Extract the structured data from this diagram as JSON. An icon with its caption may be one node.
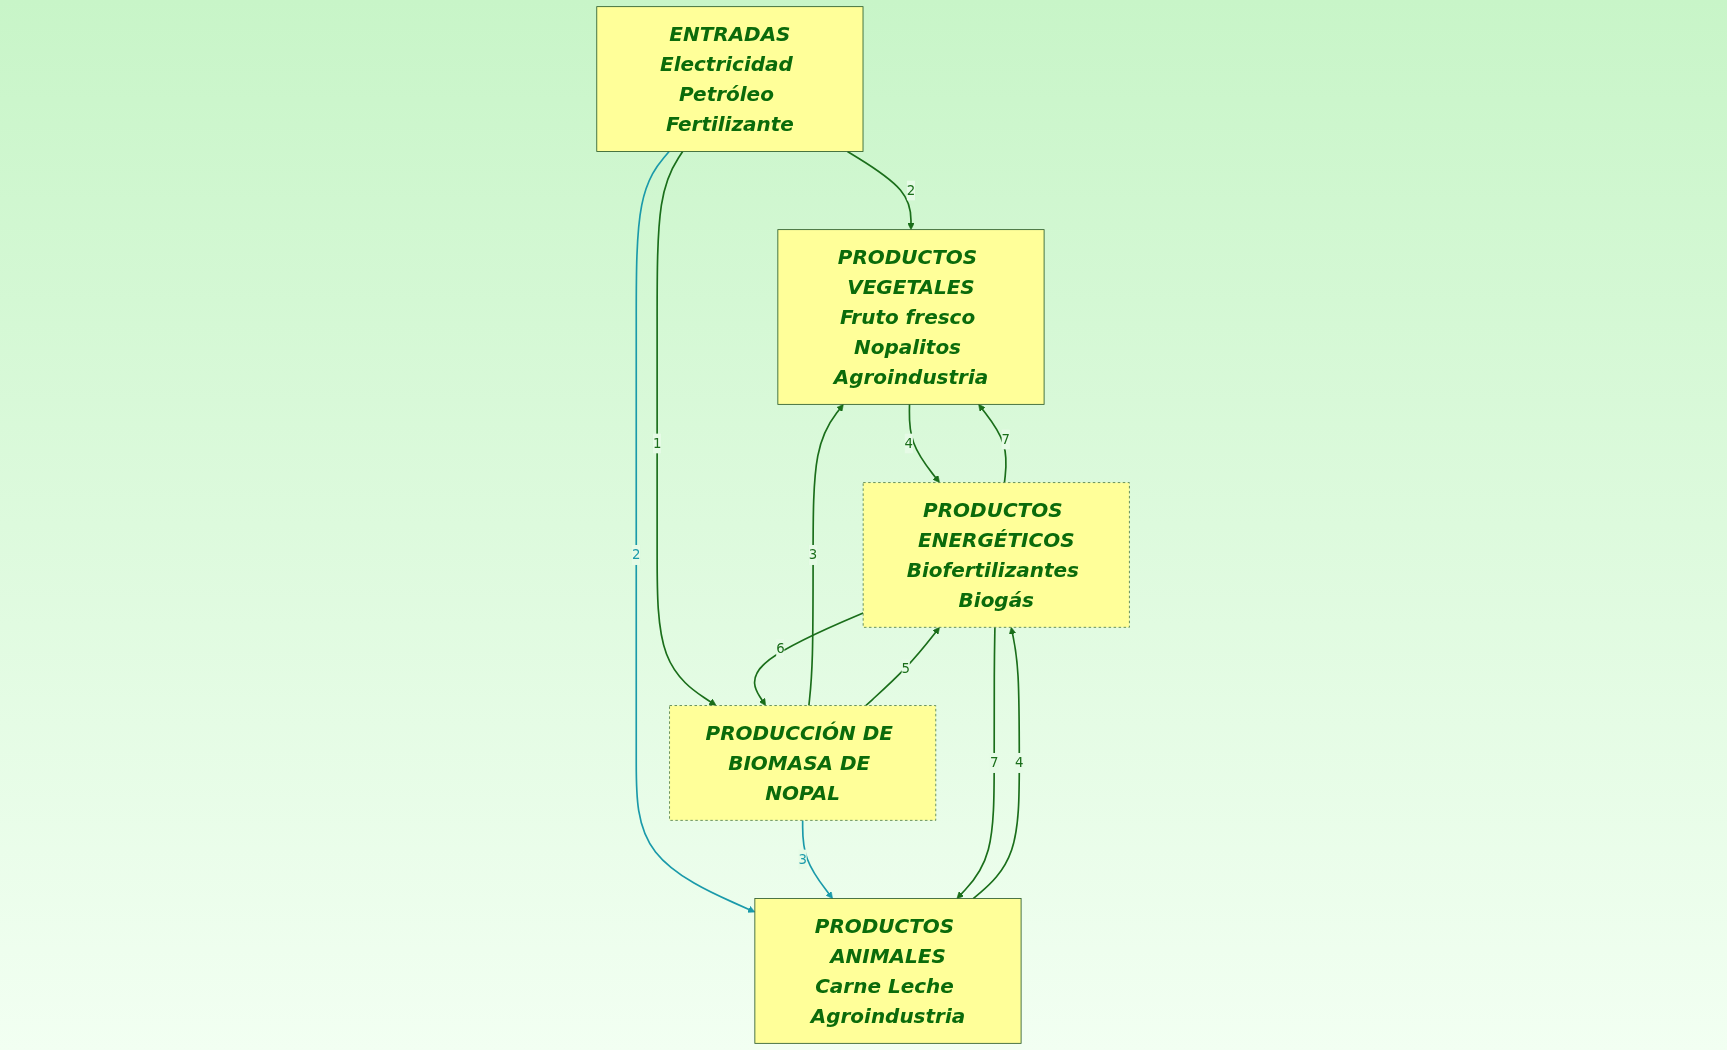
{
  "diagram": {
    "nodes": [
      {
        "text": [
          "ENTRADAS",
          "Electricidad Petróleo Fertilizante"
        ]
      },
      {
        "text": [
          "PRODUCTOS VEGETALES",
          "Fruto fresco Nopalitos Agroindustria"
        ]
      },
      {
        "text": [
          "PRODUCCIÓN DE BIOMASA DE NOPAL"
        ]
      },
      {
        "text": [
          "PRODUCTOS ANIMALES",
          "Carne Leche Agroindustria"
        ]
      },
      {
        "text": [
          "PRODUCTOS ENERGÉTICOS",
          "Biofertilizantes Biogás"
        ]
      }
    ],
    "edges": [
      {
        "from": 0,
        "to": 1,
        "arrow": "to",
        "label": "2"
      },
      {
        "from": 0,
        "to": 2,
        "arrow": "to",
        "label": "1"
      },
      {
        "from": 0,
        "to": 3,
        "arrow": "to",
        "label": "2",
        "color": "#1a9aaa"
      },
      {
        "from": 2,
        "to": 1,
        "arrow": "to",
        "label": "3"
      },
      {
        "from": 2,
        "to": 3,
        "arrow": "to",
        "label": "3",
        "color": "#1a9aaa"
      },
      {
        "from": 1,
        "to": 4,
        "arrow": "to",
        "label": "4"
      },
      {
        "from": 3,
        "to": 4,
        "arrow": "to",
        "label": "4"
      },
      {
        "from": 2,
        "to": 4,
        "arrow": "to",
        "label": "5"
      },
      {
        "from": 4,
        "to": 2,
        "arrow": "to",
        "label": "6"
      },
      {
        "from": 4,
        "to": 1,
        "arrow": "to",
        "label": "7"
      },
      {
        "from": 4,
        "to": 3,
        "arrow": "to",
        "label": "7"
      }
    ]
  }
}
